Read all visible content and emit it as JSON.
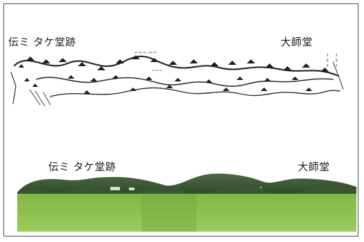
{
  "figure": {
    "sketch_label_left": "伝ミ タケ堂跡",
    "sketch_label_right": "大師堂",
    "photo_label_left": "伝ミ タケ堂跡",
    "photo_label_right": "大師堂"
  },
  "colors": {
    "frame": "#4a4a4a",
    "ink": "#2b2b2b",
    "sky": "#ffffff",
    "hills": "#3f5a36",
    "field_light": "#8fc34f",
    "field_dark": "#6fa13a"
  }
}
